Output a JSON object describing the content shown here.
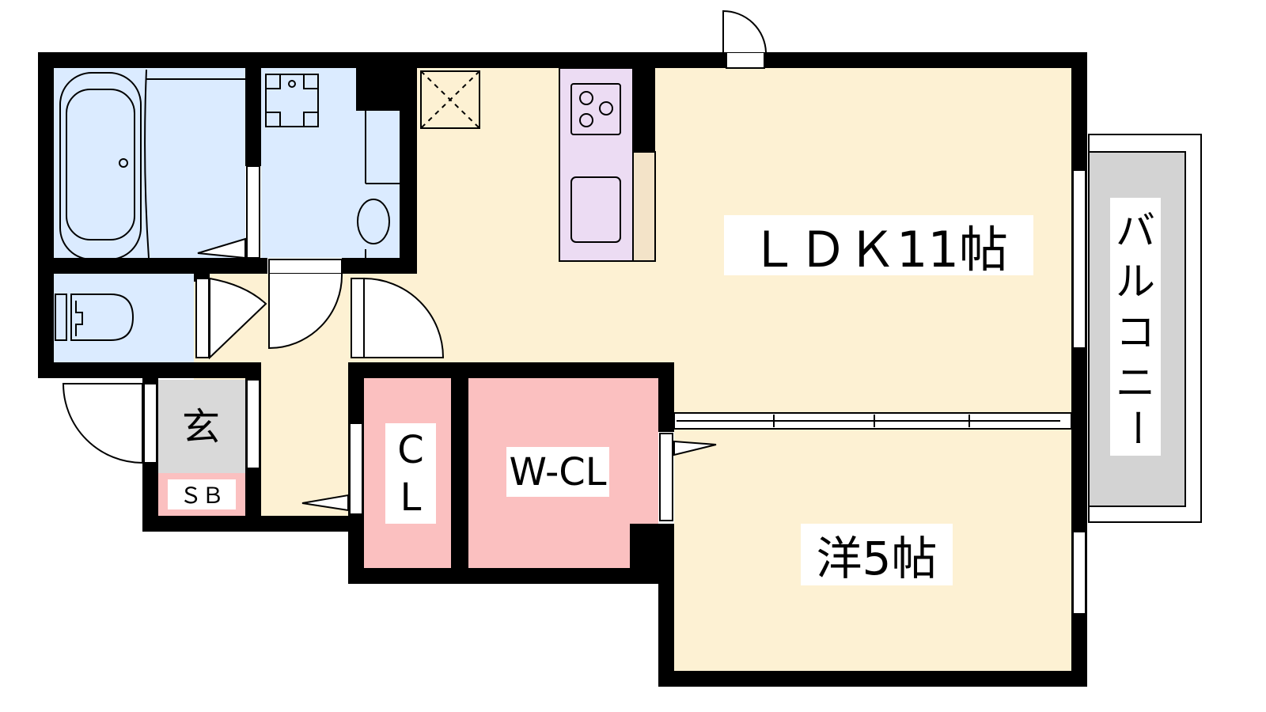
{
  "rooms": {
    "ldk": "ＬＤＫ11帖",
    "western": "洋5帖",
    "wcl": "W-CL",
    "cl_top": "C",
    "cl_bottom": "L",
    "genkan": "玄",
    "sb": "ＳＢ",
    "balcony": [
      "バ",
      "ル",
      "コ",
      "ニ",
      "ー"
    ]
  },
  "colors": {
    "wall": "#000000",
    "wet": "#dbebff",
    "living": "#fdf1d3",
    "storage": "#fbc0c0",
    "kitchen": "#ecdcf3",
    "counter": "#f3e3c8",
    "balcony": "#d3d3d3",
    "genkan": "#d9d9d9"
  }
}
